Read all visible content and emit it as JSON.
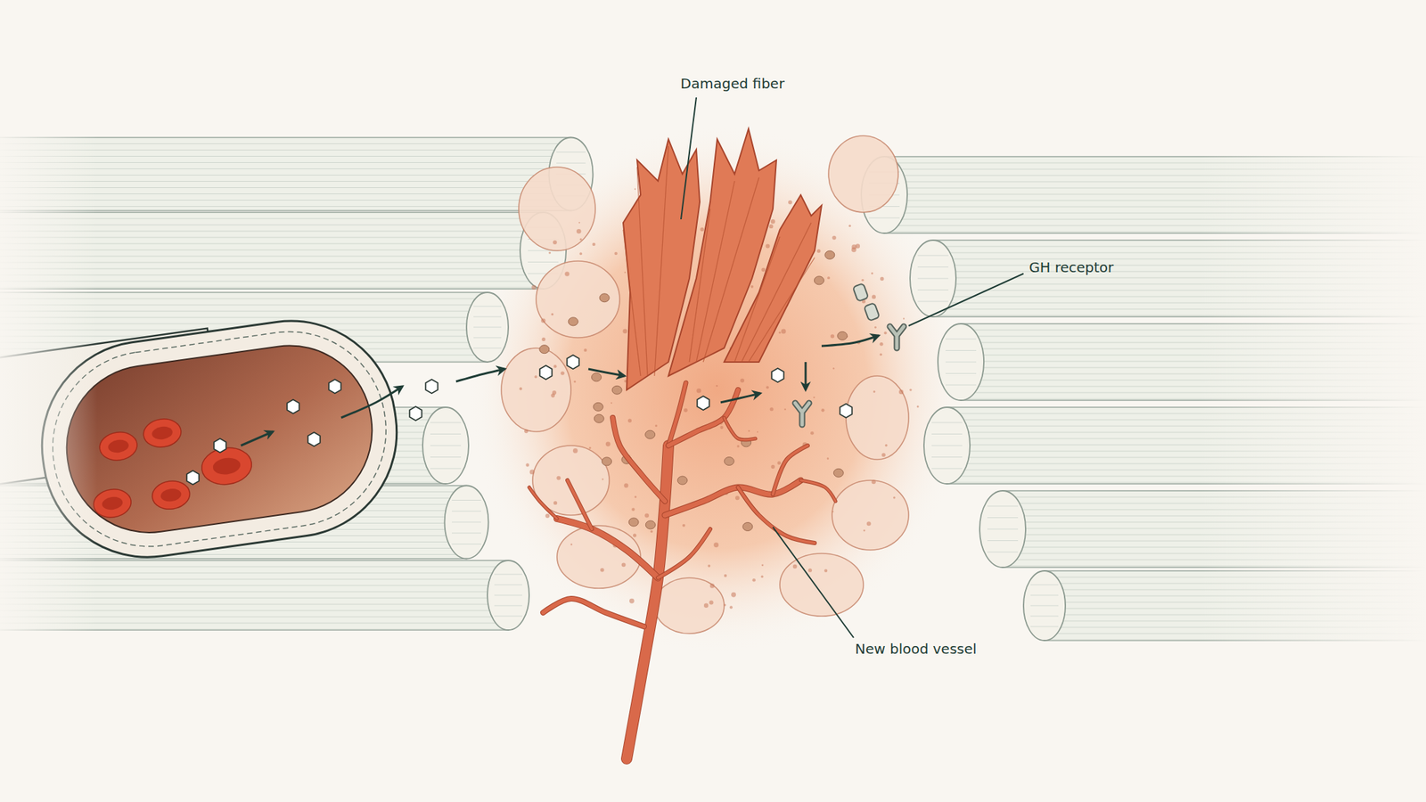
{
  "diagram": {
    "labels": [
      "Damaged fiber",
      "GH receptor",
      "New blood vessel"
    ]
  }
}
